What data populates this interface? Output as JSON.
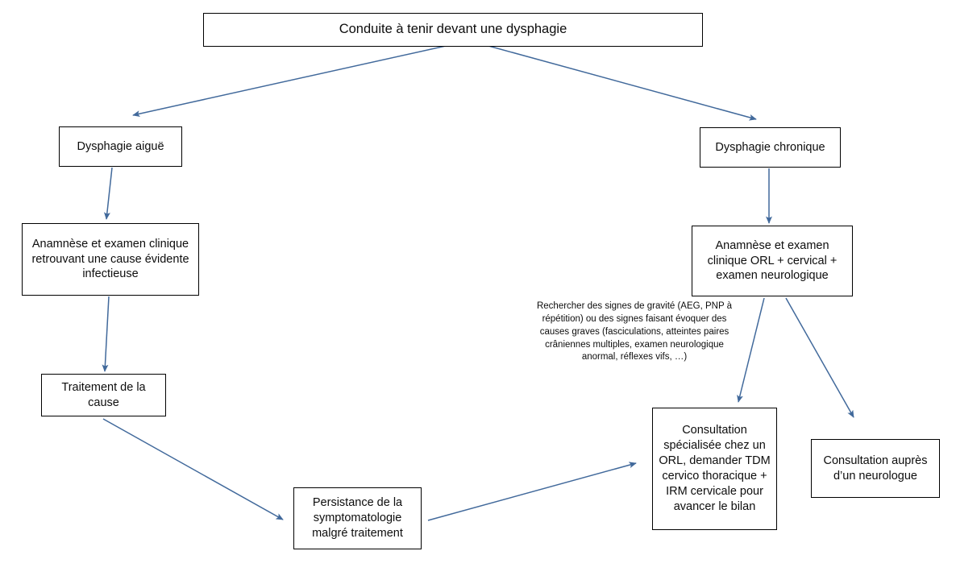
{
  "diagram": {
    "title": "Conduite à tenir devant une dysphagie",
    "accent_color": "#41699B",
    "border_color": "#000000",
    "background_color": "#FFFFFF",
    "text_color": "#0D0D0D",
    "nodes": {
      "root": "Conduite à tenir devant une dysphagie",
      "acute": "Dysphagie aiguë",
      "chronic": "Dysphagie chronique",
      "acute_exam": "Anamnèse et examen clinique retrouvant une cause évidente infectieuse",
      "chronic_exam": "Anamnèse et examen clinique ORL + cervical + examen neurologique",
      "treatment": "Traitement de la cause",
      "persistence": "Persistance de la symptomatologie malgré traitement",
      "orl_consult": "Consultation spécialisée chez un ORL, demander TDM cervico thoracique + IRM cervicale pour avancer le bilan",
      "neuro_consult": "Consultation auprès d’un neurologue"
    },
    "annotation": "Rechercher des signes de gravité (AEG, PNP à répétition) ou des signes faisant évoquer des causes graves (fasciculations, atteintes paires crâniennes multiples, examen neurologique anormal, réflexes vifs, …)",
    "edges": [
      {
        "name": "root-to-acute",
        "from": "root",
        "to": "acute"
      },
      {
        "name": "root-to-chronic",
        "from": "root",
        "to": "chronic"
      },
      {
        "name": "acute-to-acute-exam",
        "from": "acute",
        "to": "acute_exam"
      },
      {
        "name": "acute-exam-to-treatment",
        "from": "acute_exam",
        "to": "treatment"
      },
      {
        "name": "treatment-to-persistence",
        "from": "treatment",
        "to": "persistence"
      },
      {
        "name": "persistence-to-orl-consult",
        "from": "persistence",
        "to": "orl_consult"
      },
      {
        "name": "chronic-to-chronic-exam",
        "from": "chronic",
        "to": "chronic_exam"
      },
      {
        "name": "chronic-exam-to-orl-consult",
        "from": "chronic_exam",
        "to": "orl_consult"
      },
      {
        "name": "chronic-exam-to-neuro-consult",
        "from": "chronic_exam",
        "to": "neuro_consult"
      }
    ]
  }
}
